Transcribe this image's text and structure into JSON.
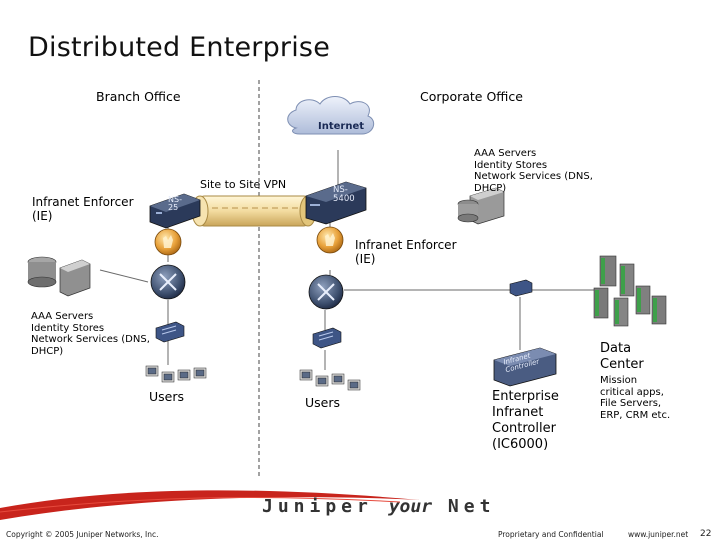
{
  "title": "Distributed Enterprise",
  "sections": {
    "branch": "Branch Office",
    "corporate": "Corporate Office"
  },
  "cloud_label": "Internet",
  "vpn_label": "Site to Site VPN",
  "branch_ie_label": "Infranet Enforcer\n(IE)",
  "corp_ie_label": "Infranet Enforcer\n(IE)",
  "branch_firewall_label": "NS-\n25",
  "corp_firewall_label": "NS-\n5400",
  "aaa_corporate": "AAA Servers\nIdentity Stores\nNetwork Services (DNS,\nDHCP)",
  "aaa_branch": "AAA Servers\nIdentity Stores\nNetwork Services (DNS,\nDHCP)",
  "users_branch": "Users",
  "users_corp": "Users",
  "controller_device_label": "Infranet\nController",
  "controller_label": "Enterprise\nInfranet\nController\n(IC6000)",
  "datacenter_label": "Data\nCenter",
  "datacenter_desc": "Mission\ncritical apps,\nFile Servers,\nERP, CRM etc.",
  "footer": {
    "copyright": "Copyright © 2005 Juniper Networks, Inc.",
    "brand_a": "Juniper ",
    "brand_b": "your",
    "brand_c": " Net",
    "proprietary": "Proprietary and Confidential",
    "website": "www.juniper.net",
    "page": "22"
  },
  "colors": {
    "router": "#3d4f6e",
    "firewall": "#2b3a5a",
    "enforcer": "#e8a13a",
    "cloud": "#c9d4ea",
    "footer_red": "#c8241c"
  }
}
